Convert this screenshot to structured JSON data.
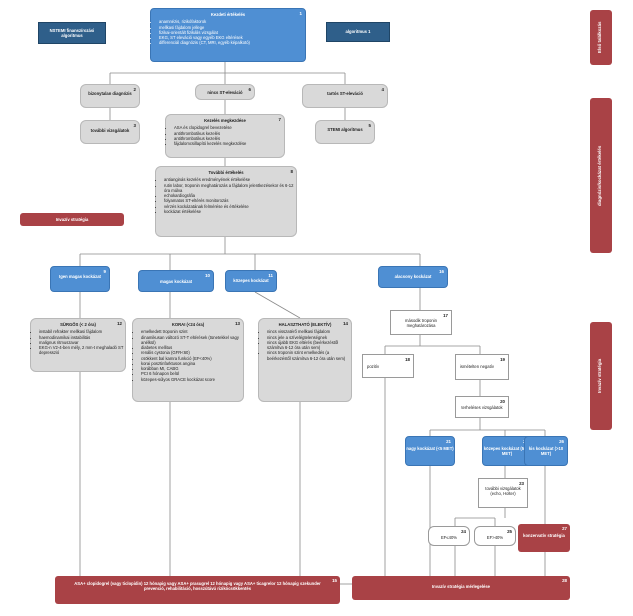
{
  "header": {
    "nstemi_label": "NSTEMI finanszírozási algoritmus",
    "algo_label": "algoritmus 1"
  },
  "side_labels": {
    "s1": "Első találkozás",
    "s2": "diagnózis/kockázat értékelés",
    "s3": "Invazív stratégia"
  },
  "invasive_strategy": "Invazív stratégia",
  "n1": {
    "num": "1",
    "title": "Kezdeti értékelés",
    "items": [
      "anamnézis, rizikófaktorok",
      "mellkasi fájdalom jellege",
      "fizikai-orientált fizikális vizsgálat",
      "EKG, ST eleváció vagy egyéb EKG eltérések",
      "differenciál diagnózis (CT, MRI, egyéb képalkotó)"
    ]
  },
  "n2": {
    "num": "2",
    "text": "bizonytalan diagnózis"
  },
  "n3": {
    "num": "3",
    "text": "további vizsgálatok"
  },
  "n6": {
    "num": "6",
    "text": "nincs ST-eleváció"
  },
  "n4": {
    "num": "4",
    "text": "tartós ST-eleváció"
  },
  "n5": {
    "num": "5",
    "text": "STEMI algoritmus"
  },
  "n7": {
    "num": "7",
    "title": "Kezelés megkezdése",
    "items": [
      "ASA és clopidogrel bevezetése",
      "antithrombotikus kezelés",
      "antithrombotikus kezelés",
      "fájdalomcsillapító kezelés megkezdése"
    ]
  },
  "n8": {
    "num": "8",
    "title": "További értékelés",
    "items": [
      "antianginás kezelés eredményének értékelése",
      "rutin labor, troponin meghatározás a fájdalom jelentkezésekor és 6-12 óra múlva",
      "echokardiográfia",
      "folyamatos ST-eltérés monitorozás",
      "vérzés kockázatának felmérése és értékelése",
      "kockázat értékelése"
    ]
  },
  "n9": {
    "num": "9",
    "text": "Igen magas kockázat"
  },
  "n10": {
    "num": "10",
    "text": "magas kockázat"
  },
  "n11": {
    "num": "11",
    "text": "közepes kockázat"
  },
  "n16": {
    "num": "16",
    "text": "alacsony kockázat"
  },
  "n12": {
    "num": "12",
    "title": "SÜRGŐS (< 2 óra)",
    "items": [
      "instabil refrakter mellkasi fájdalom",
      "haemodinamikai instabilitás",
      "malignus ritmuszavar",
      "EKG-n V2-4-ben mély, 2 mm-t meghaladó ST depresszió"
    ]
  },
  "n13": {
    "num": "13",
    "title": "KORAI (<24 óra)",
    "items": [
      "emelkedett troponin szint",
      "dinamikusan változó ST-T eltérések (tünetekkel vagy anélkül)",
      "diabetes mellitus",
      "renális cystonia (GFR<60)",
      "csökkent bal kamra funkció (EF<40%)",
      "korai posztinfarktusos angina",
      "korábban MI, CABG",
      "PCI 6 hónapon belül",
      "közepes-súlyos GRACE kockázat score"
    ]
  },
  "n14": {
    "num": "14",
    "title": "HALASZTHATÓ (ELEKTÍV)",
    "items": [
      "nincs visszatérő mellkasi fájdalom",
      "nincs jele a szívelégtelenségnek",
      "nincs újabb EKG eltérés (beérkezéstől számítva 6-12 óra után sem)",
      "nincs troponin szint emelkedés (a beérkezéstől számítva 6-12 óra után sem)"
    ]
  },
  "n17": {
    "num": "17",
    "text": "második troponin meghatározása"
  },
  "n18": {
    "num": "18",
    "text": "pozitív"
  },
  "n19": {
    "num": "19",
    "text": "ismételten negatív"
  },
  "n20": {
    "num": "20",
    "text": "terheléses vizsgálatok"
  },
  "n21": {
    "num": "21",
    "text": "nagy kockázat (<5 MET)"
  },
  "n22": {
    "num": "22",
    "text": "közepes kockázat (5-10 MET)"
  },
  "n26": {
    "num": "26",
    "text": "kis kockázat (>10 MET)"
  },
  "n23": {
    "num": "23",
    "text": "további vizsgálatok (echo, Holter)"
  },
  "n24": {
    "num": "24",
    "text": "EF≤40%"
  },
  "n25": {
    "num": "25",
    "text": "EF>40%"
  },
  "n27": {
    "num": "27",
    "text": "konzervatív stratégia"
  },
  "n15": {
    "num": "15",
    "text": "ASA+ clopidogrel (vagy ticlopidin) 12 hónapig vagy ASA+ prasugrel 12 hónapig vagy ASA+ ticagrelor 12 hónapig szekunder prevenció, rehabilitáció, hosszútávú rizikócsökkentés"
  },
  "n28": {
    "num": "28",
    "text": "Invazív stratégia mérlegelése"
  }
}
